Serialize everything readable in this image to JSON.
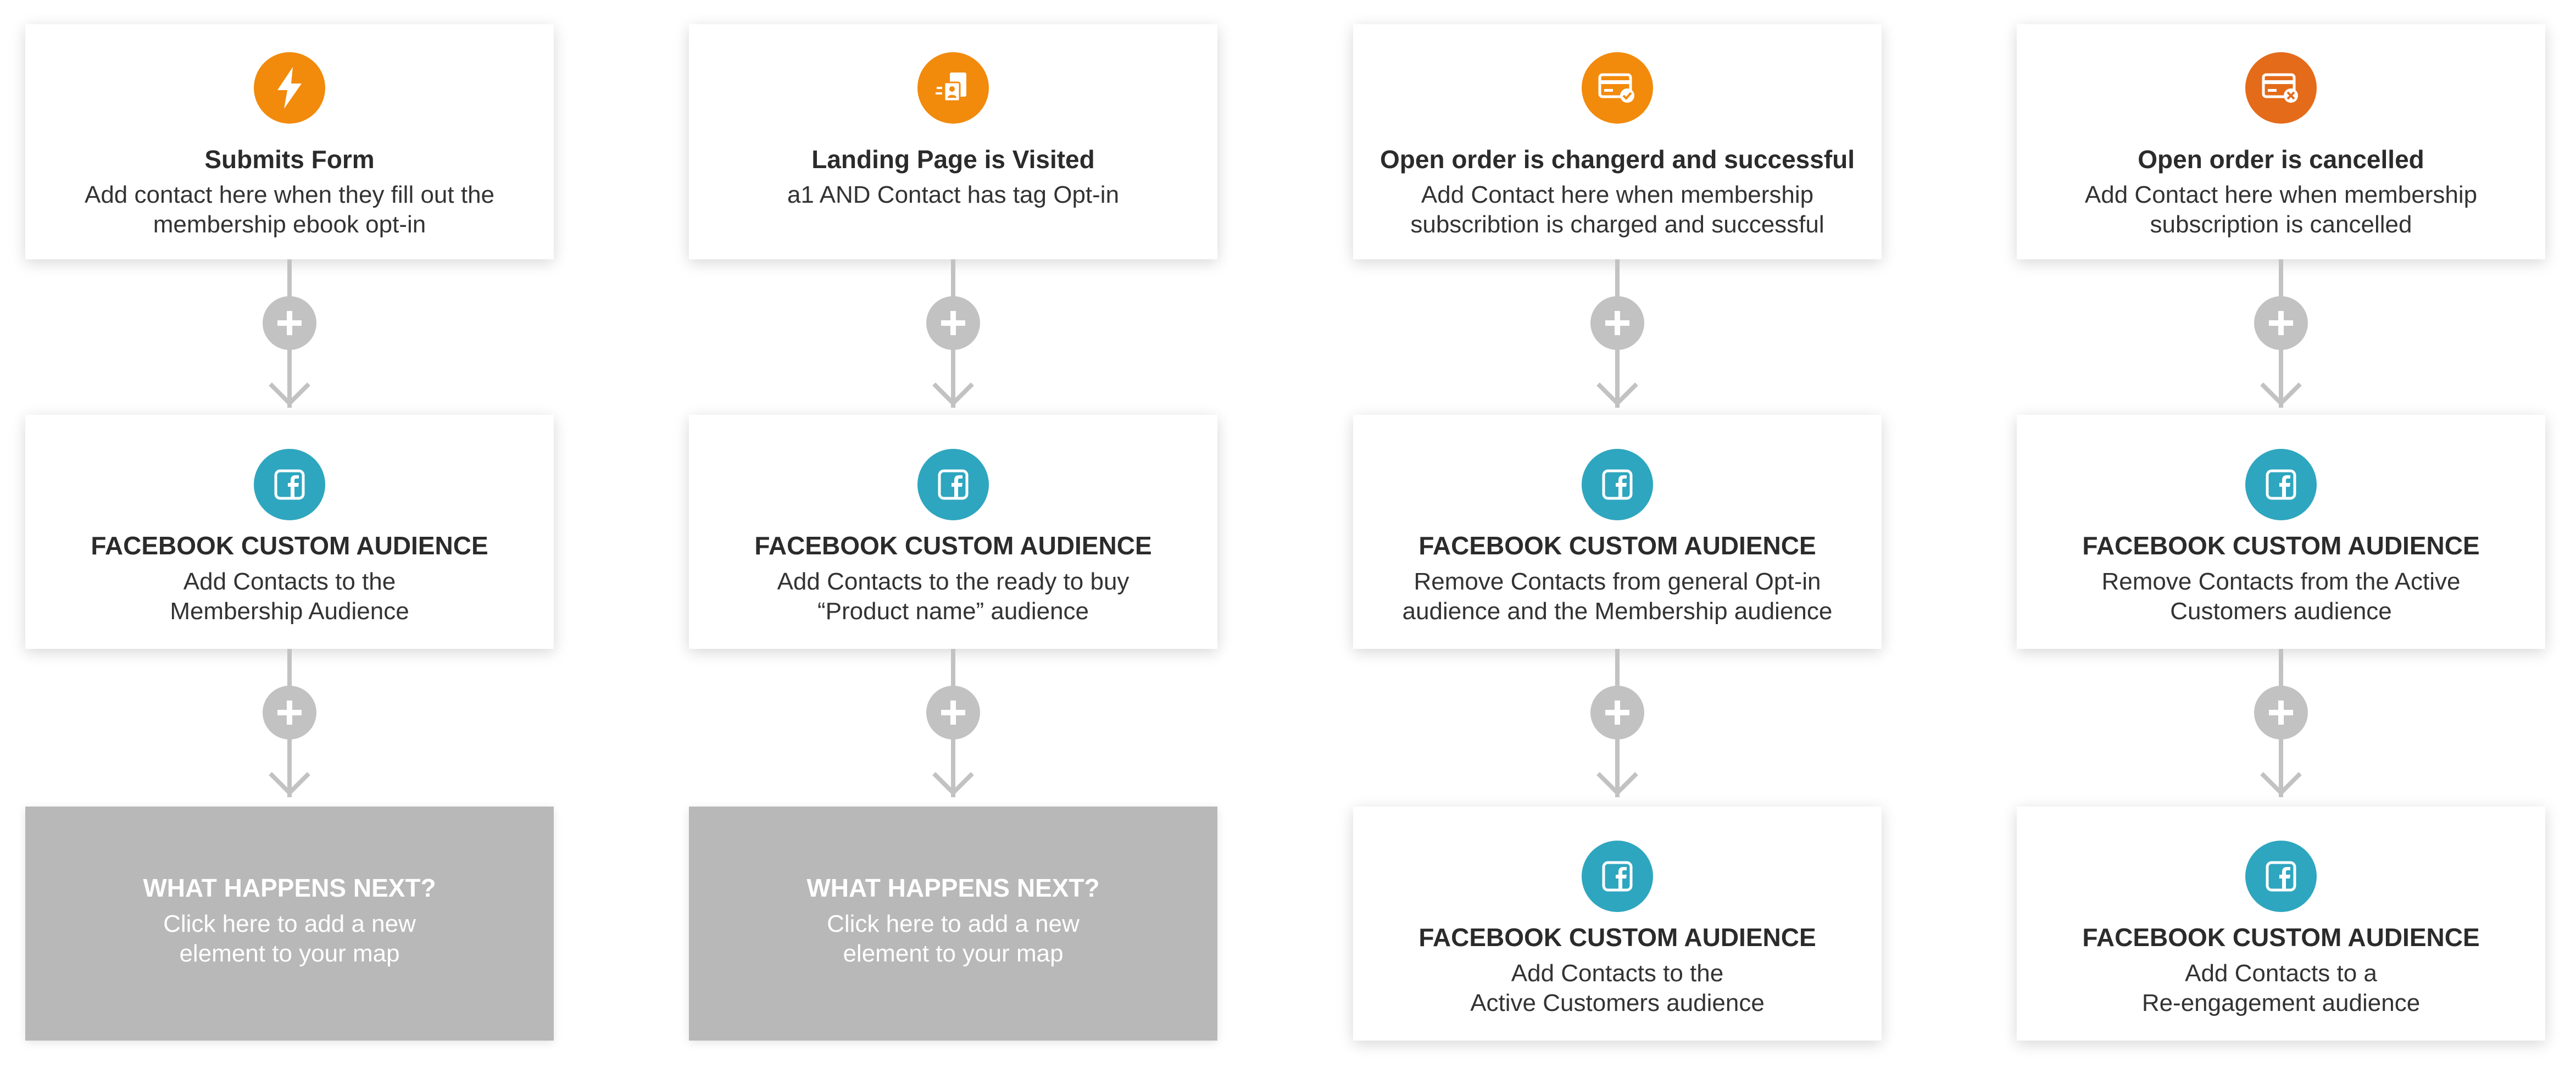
{
  "colors": {
    "trigger_orange": "#f28a0c",
    "trigger_dark_orange": "#e46b1a",
    "facebook_teal": "#2ea6bf",
    "connector_gray": "#c2c2c2",
    "placeholder_gray": "#b8b8b8"
  },
  "columns": [
    {
      "trigger": {
        "icon": "lightning-bolt-icon",
        "title": "Submits Form",
        "desc_line1": "Add contact here when they fill out the",
        "desc_line2": "membership ebook opt-in"
      },
      "step2": {
        "icon": "facebook-icon",
        "title": "FACEBOOK CUSTOM AUDIENCE",
        "desc_line1": "Add Contacts to the",
        "desc_line2": "Membership Audience"
      },
      "step3": {
        "placeholder": true,
        "title": "WHAT HAPPENS NEXT?",
        "desc_line1": "Click here to add a new",
        "desc_line2": "element to your map"
      }
    },
    {
      "trigger": {
        "icon": "landing-page-icon",
        "title": "Landing Page is Visited",
        "desc_line1": "a1 AND Contact has tag Opt-in",
        "desc_line2": ""
      },
      "step2": {
        "icon": "facebook-icon",
        "title": "FACEBOOK CUSTOM AUDIENCE",
        "desc_line1": "Add Contacts to the ready to buy",
        "desc_line2": "“Product name” audience"
      },
      "step3": {
        "placeholder": true,
        "title": "WHAT HAPPENS NEXT?",
        "desc_line1": "Click here to add a new",
        "desc_line2": "element to your map"
      }
    },
    {
      "trigger": {
        "icon": "credit-card-check-icon",
        "title": "Open order is changerd and successful",
        "desc_line1": "Add Contact here when membership",
        "desc_line2": "subscribtion is charged and successful"
      },
      "step2": {
        "icon": "facebook-icon",
        "title": "FACEBOOK CUSTOM AUDIENCE",
        "desc_line1": "Remove Contacts from general Opt-in",
        "desc_line2": "audience and the Membership audience"
      },
      "step3": {
        "placeholder": false,
        "icon": "facebook-icon",
        "title": "FACEBOOK CUSTOM AUDIENCE",
        "desc_line1": "Add Contacts to the",
        "desc_line2": "Active Customers audience"
      }
    },
    {
      "trigger": {
        "icon": "credit-card-cancel-icon",
        "title": "Open order is cancelled",
        "desc_line1": "Add Contact here when membership",
        "desc_line2": "subscription is cancelled"
      },
      "step2": {
        "icon": "facebook-icon",
        "title": "FACEBOOK CUSTOM AUDIENCE",
        "desc_line1": "Remove Contacts from the Active",
        "desc_line2": "Customers audience"
      },
      "step3": {
        "placeholder": false,
        "icon": "facebook-icon",
        "title": "FACEBOOK CUSTOM AUDIENCE",
        "desc_line1": "Add Contacts to a",
        "desc_line2": "Re-engagement audience"
      }
    }
  ]
}
